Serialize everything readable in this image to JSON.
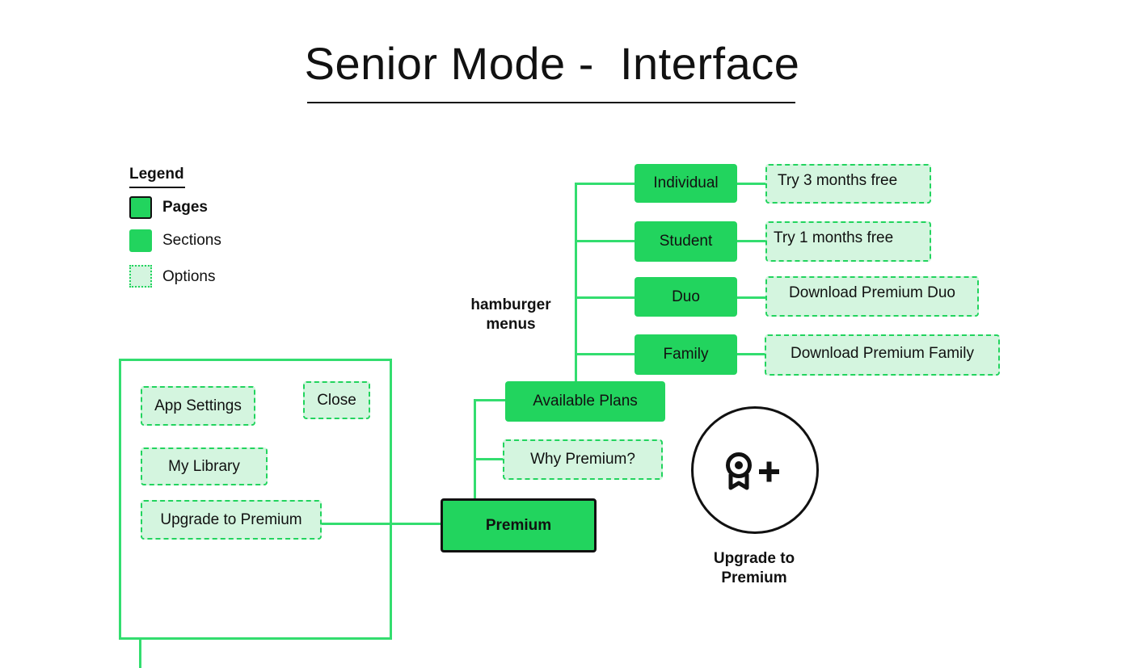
{
  "title": "Senior Mode -  Interface",
  "legend": {
    "heading": "Legend",
    "items": [
      {
        "label": "Pages",
        "kind": "page"
      },
      {
        "label": "Sections",
        "kind": "section"
      },
      {
        "label": "Options",
        "kind": "option"
      }
    ]
  },
  "colors": {
    "accent": "#22d45e",
    "option_fill": "#d4f5df",
    "line": "#33dd6f",
    "outline": "#111111"
  },
  "menu": {
    "app_settings": "App Settings",
    "close": "Close",
    "my_library": "My Library",
    "upgrade": "Upgrade to Premium"
  },
  "premium_page": "Premium",
  "sections": {
    "available_plans": "Available Plans",
    "why_premium": "Why Premium?"
  },
  "annotation": "hamburger\nmenus",
  "plans": [
    {
      "name": "Individual",
      "option": "Try 3 months free"
    },
    {
      "name": "Student",
      "option": "Try 1 months free"
    },
    {
      "name": "Duo",
      "option": "Download Premium Duo"
    },
    {
      "name": "Family",
      "option": "Download Premium Family"
    }
  ],
  "upgrade_icon": {
    "icon": "award-plus-icon",
    "caption": "Upgrade to\nPremium"
  }
}
